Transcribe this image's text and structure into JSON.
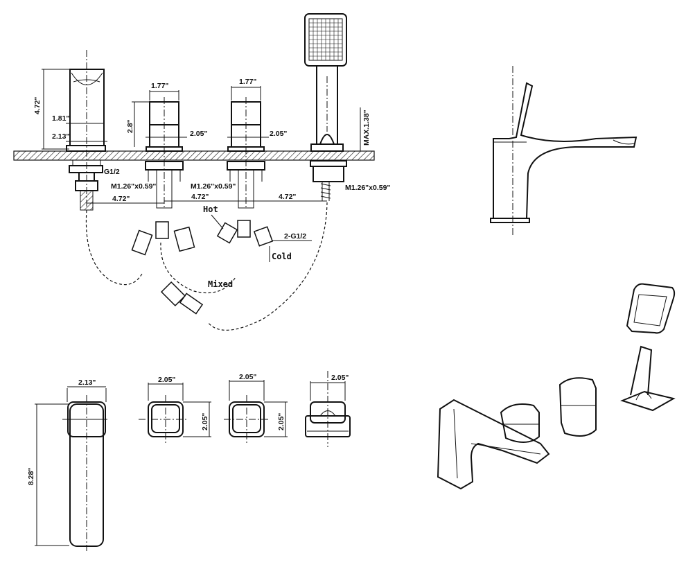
{
  "title": "Roman tub faucet with hand shower - dimension drawing",
  "front_view": {
    "spout_height": "4.72\"",
    "spout_depth": "1.81\"",
    "spout_base": "2.13\"",
    "spout_thread": "G1/2",
    "valve_width_1": "1.77\"",
    "valve_width_2": "1.77\"",
    "valve_height": "2.8\"",
    "valve_base_1": "2.05\"",
    "valve_base_2": "2.05\"",
    "max_deck": "MAX.1.38\"",
    "thread_1": "M1.26\"x0.59\"",
    "thread_2": "M1.26\"x0.59\"",
    "thread_3": "M1.26\"x0.59\"",
    "spacing_1": "4.72\"",
    "spacing_2": "4.72\"",
    "spacing_3": "4.72\"",
    "hot": "Hot",
    "cold": "Cold",
    "mixed": "Mixed",
    "inlet": "2-G1/2"
  },
  "top_view": {
    "spout_width": "2.13\"",
    "spout_length": "8.28\"",
    "handle1_width": "2.05\"",
    "handle1_depth": "2.05\"",
    "handle2_width": "2.05\"",
    "handle2_depth": "2.05\"",
    "shower_width": "2.05\""
  }
}
